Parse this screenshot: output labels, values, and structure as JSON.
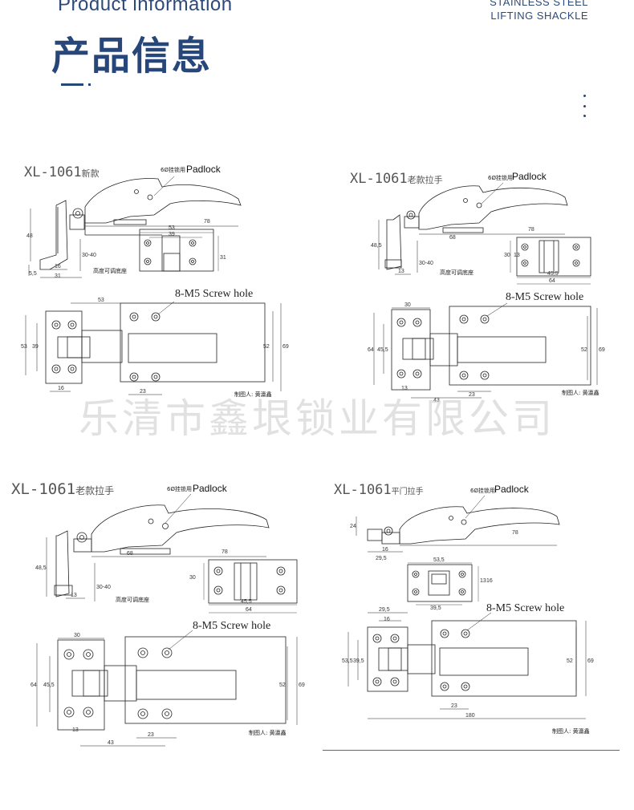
{
  "header": {
    "title_en": "Product information",
    "title_cn": "产品信息",
    "tag_line1": "STAINLESS STEEL",
    "tag_line2": "LIFTING SHACKLE"
  },
  "watermark": "乐清市鑫垠锁业有限公司",
  "drawings": [
    {
      "model": "XL-1061",
      "variant": "新款",
      "padlock_note": "6Ø挂锁用",
      "padlock_label": "Padlock",
      "screw_label": "8-M5 Screw hole",
      "adjust_note": "高度可调底座",
      "drafter": "制图人: 黄瀛鑫",
      "dims": {
        "height": "48",
        "len": "78",
        "d53": "53",
        "d39": "39",
        "d31a": "31",
        "d3040": "30-40",
        "d55": "5,5",
        "d16": "16",
        "d31b": "31",
        "p53": "53",
        "h53": "53",
        "h39": "39",
        "w69": "69",
        "w52": "52",
        "b16": "16",
        "b23": "23"
      }
    },
    {
      "model": "XL-1061",
      "variant": "老款拉手",
      "padlock_note": "6Ø挂锁用",
      "padlock_label": "Padlock",
      "screw_label": "8-M5 Screw hole",
      "adjust_note": "高度可调底座",
      "drafter": "制图人: 黄瀛鑫",
      "dims": {
        "height": "48,5",
        "len": "78",
        "d68": "68",
        "d3040": "30-40",
        "d13": "13",
        "d30": "30",
        "d13b": "13",
        "d455": "45,5",
        "d64": "64",
        "t30": "30",
        "h64": "64",
        "h455": "45,5",
        "w52": "52",
        "w69": "69",
        "b13": "13",
        "b43": "43",
        "b23": "23"
      }
    },
    {
      "model": "XL-1061",
      "variant": "老款拉手",
      "padlock_note": "6Ø挂锁用",
      "padlock_label": "Padlock",
      "screw_label": "8-M5 Screw hole",
      "adjust_note": "高度可调底座",
      "drafter": "制图人: 黄瀛鑫",
      "dims": {
        "height": "48,5",
        "len": "78",
        "d68": "68",
        "d3040": "30-40",
        "d13": "13",
        "d30": "30",
        "d455": "45,5",
        "d64": "64",
        "t30": "30",
        "h64": "64",
        "h455": "45,5",
        "w52": "52",
        "w69": "69",
        "b13": "13",
        "b43": "43",
        "b23": "23"
      }
    },
    {
      "model": "XL-1061",
      "variant": "平门拉手",
      "padlock_note": "6Ø挂锁用",
      "padlock_label": "Padlock",
      "screw_label": "8-M5 Screw hole",
      "drafter": "制图人: 黄瀛鑫",
      "dims": {
        "h24": "24",
        "len": "78",
        "d16": "16",
        "d295": "29,5",
        "d535": "53,5",
        "d13": "13",
        "d16b": "16",
        "d395": "39,5",
        "t295": "29,5",
        "t16": "16",
        "h535": "53,5",
        "h395": "39,5",
        "w52": "52",
        "w69": "69",
        "b23": "23",
        "b180": "180"
      }
    }
  ]
}
